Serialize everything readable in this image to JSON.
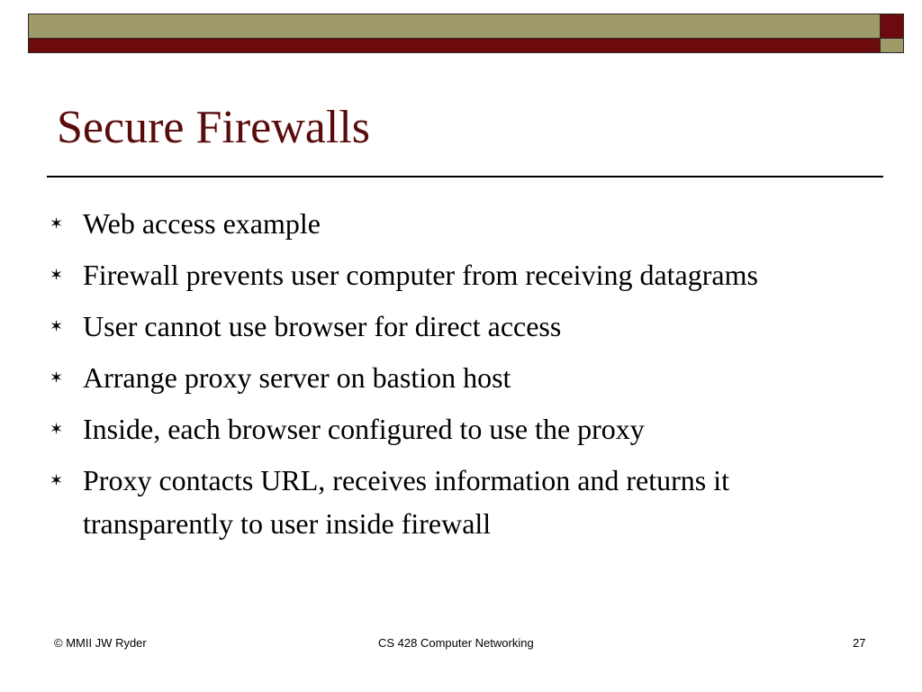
{
  "slide": {
    "title": "Secure Firewalls",
    "bullet_symbol": "✶",
    "bullets": [
      "Web access example",
      "Firewall prevents user computer from receiving datagrams",
      "User cannot use browser for direct access",
      "Arrange proxy server on bastion host",
      "Inside, each browser configured to use the proxy",
      "Proxy contacts URL, receives information and returns it transparently to user inside firewall"
    ]
  },
  "footer": {
    "left": "© MMII  JW Ryder",
    "center": "CS 428 Computer Networking",
    "page_number": "27"
  },
  "colors": {
    "olive": "#9e9a6a",
    "dark_red": "#6d0a0d",
    "title": "#5a0b0b"
  }
}
